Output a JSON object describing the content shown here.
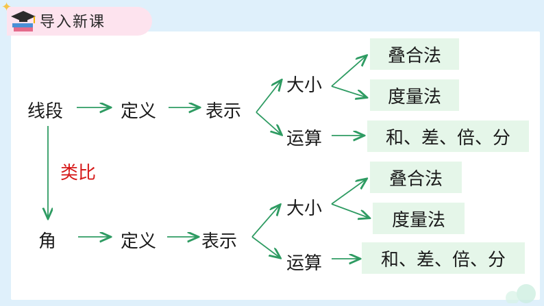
{
  "header": {
    "title": "导入新课",
    "icon": "graduation-cap-books-icon"
  },
  "top_row": {
    "start": "线段",
    "define": "定义",
    "represent": "表示",
    "size": "大小",
    "operation": "运算",
    "method_1": "叠合法",
    "method_2": "度量法",
    "ops": "和、差、倍、分"
  },
  "analogy_label": "类比",
  "bottom_row": {
    "start": "角",
    "define": "定义",
    "represent": "表示",
    "size": "大小",
    "operation": "运算",
    "method_1": "叠合法",
    "method_2": "度量法",
    "ops": "和、差、倍、分"
  },
  "colors": {
    "arrow": "#2e9b62",
    "box_fill": "#e5f6e9",
    "accent": "#d61a1a",
    "tab": "#fde3ee"
  }
}
